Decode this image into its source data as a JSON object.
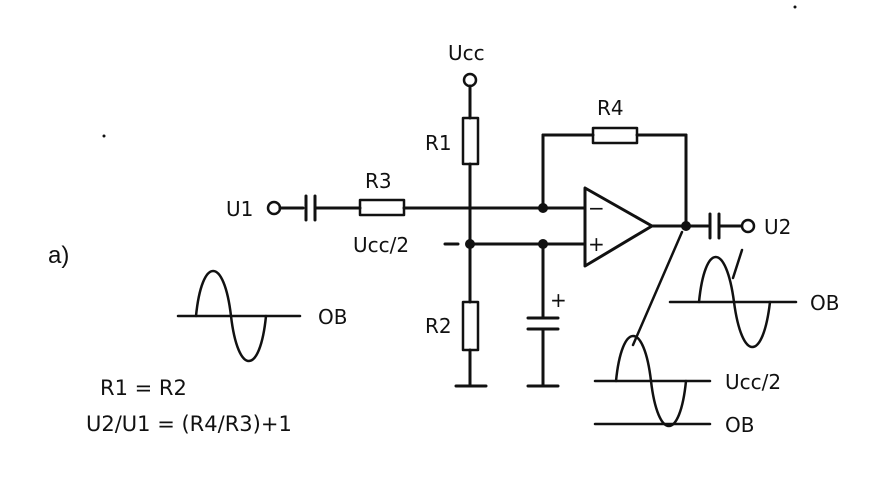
{
  "figure_label": "a)",
  "labels": {
    "supply": "Ucc",
    "r1": "R1",
    "r2": "R2",
    "r3": "R3",
    "r4": "R4",
    "input": "U1",
    "output": "U2",
    "bias": "Ucc/2",
    "minus": "−",
    "plus": "+",
    "cap_plus": "+",
    "ob_input": "OB",
    "ob_output": "OB",
    "ob_bias": "OB",
    "bias_wave": "Ucc/2"
  },
  "equations": {
    "line1": "R1 = R2",
    "line2": "U2/U1 = (R4/R3)+1"
  },
  "colors": {
    "ink": "#111111",
    "paper": "#ffffff"
  }
}
